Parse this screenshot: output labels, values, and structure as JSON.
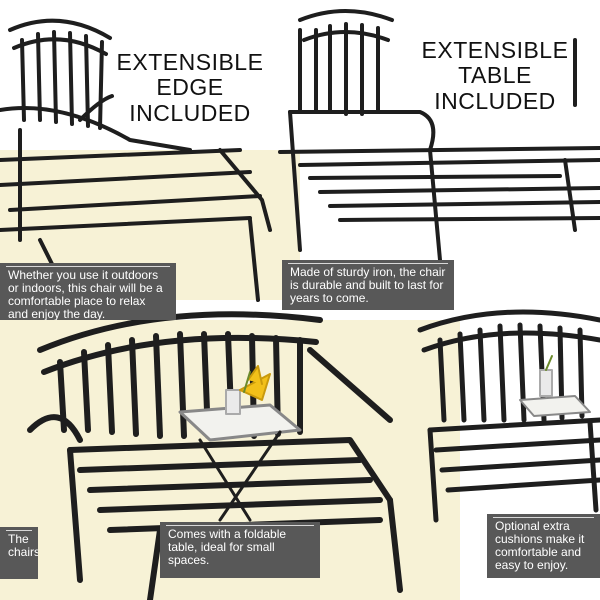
{
  "panels": {
    "top_left": {
      "title_lines": [
        "EXTENSIBLE EDGE",
        "INCLUDED"
      ]
    },
    "top_right": {
      "title_lines": [
        "EXTENSIBLE TABLE",
        "INCLUDED"
      ]
    }
  },
  "captions": {
    "left_mid": "Whether you use it outdoors or indoors, this chair will be a comfortable place to relax and enjoy the day.",
    "right_mid": "Made of sturdy iron, the chair is durable and built to last for years to come.",
    "bottom_left_edge": "The chairs,",
    "bottom_mid": "Comes with a foldable table, ideal for small spaces.",
    "bottom_right": "Optional extra cushions make it comfortable and easy to enjoy."
  },
  "colors": {
    "cream": "#f7f2d6",
    "caption_bg": "#585858",
    "ironwork": "#1e1e1e",
    "flower": "#f2c019"
  }
}
